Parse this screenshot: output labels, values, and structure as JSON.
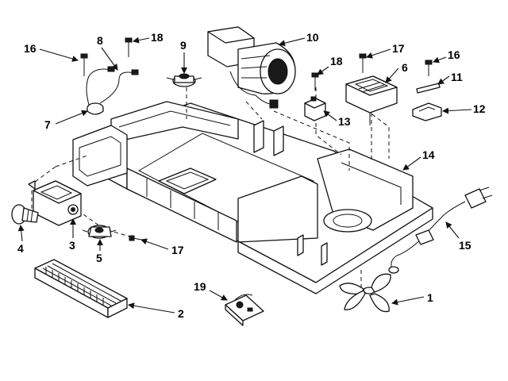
{
  "callouts": {
    "c1": "1",
    "c2": "2",
    "c3": "3",
    "c4": "4",
    "c5": "5",
    "c6": "6",
    "c7": "7",
    "c8": "8",
    "c9": "9",
    "c10": "10",
    "c11": "11",
    "c12": "12",
    "c13": "13",
    "c14": "14",
    "c15": "15",
    "c16a": "16",
    "c16b": "16",
    "c17a": "17",
    "c17b": "17",
    "c18a": "18",
    "c18b": "18",
    "c19": "19"
  }
}
